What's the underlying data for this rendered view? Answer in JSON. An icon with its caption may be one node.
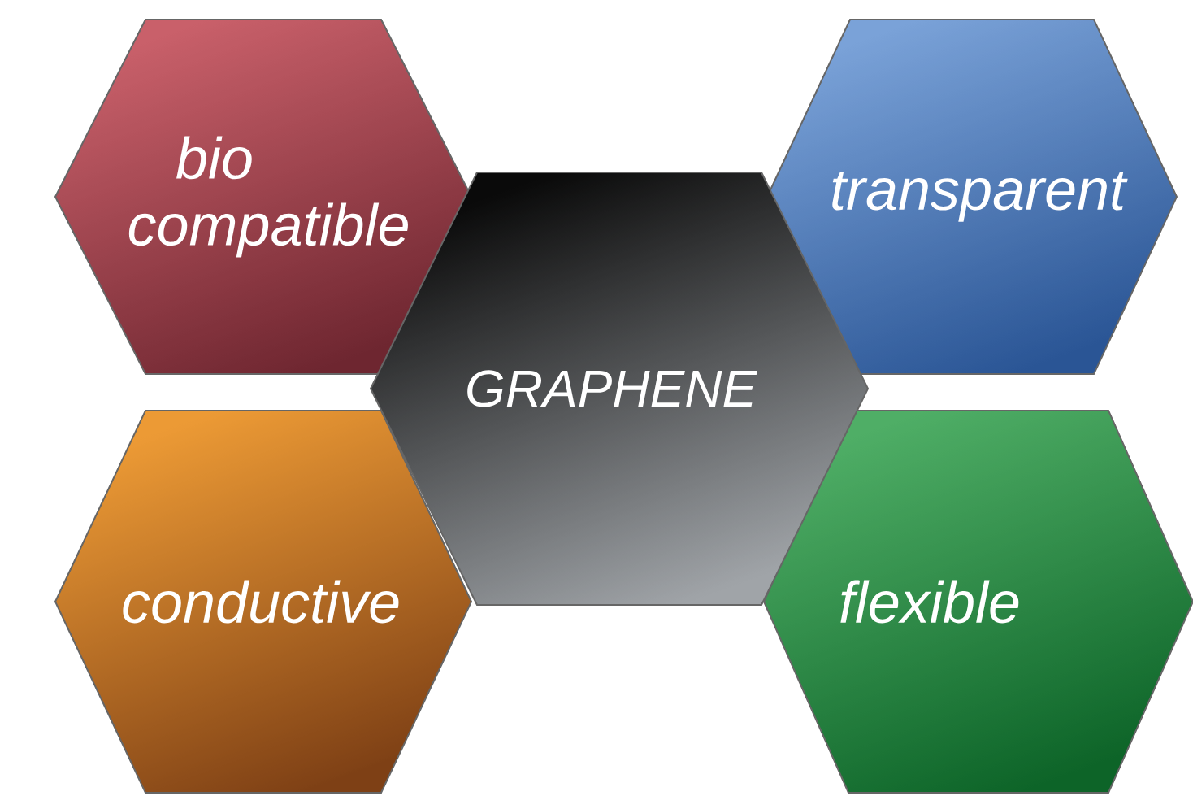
{
  "diagram": {
    "nodes": [
      {
        "text": [
          "bio compatible"
        ]
      },
      {
        "text": [
          "transparent"
        ]
      },
      {
        "text": [
          "GRAPHENE"
        ]
      },
      {
        "text": [
          "conductive"
        ]
      },
      {
        "text": [
          "flexible"
        ]
      }
    ]
  }
}
